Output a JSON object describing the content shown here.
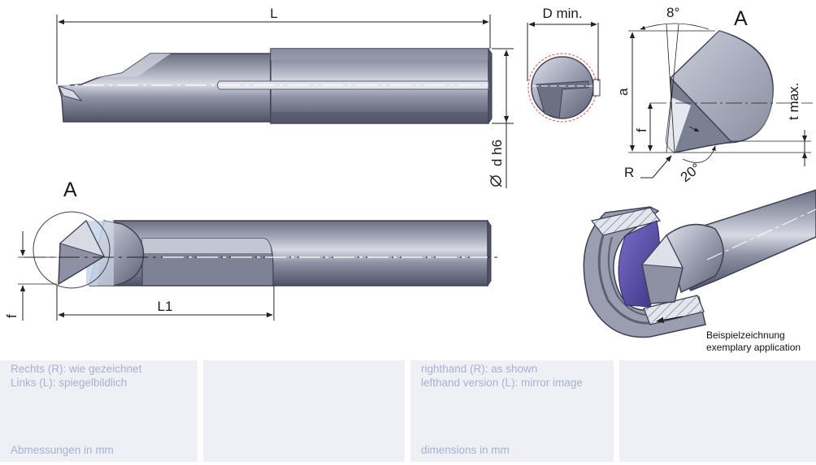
{
  "dimensions": {
    "L": "L",
    "D_min": "D min.",
    "d_h6": "d h6",
    "a": "a",
    "f": "f",
    "t_max": "t max.",
    "R": "R",
    "angle_top": "8°",
    "angle_tip": "20°",
    "L1": "L1"
  },
  "views": {
    "detail_label_top": "A",
    "detail_label_side": "A"
  },
  "caption": {
    "line1": "Beispielzeichnung",
    "line2": "exemplary application"
  },
  "notes": {
    "de_line1": "Rechts (R): wie gezeichnet",
    "de_line2": "Links (L): spiegelbildlich",
    "de_units": "Abmessungen in mm",
    "en_line1": "righthand (R): as shown",
    "en_line2": "lefthand version (L): mirror image",
    "en_units": "dimensions in mm"
  },
  "colors": {
    "tool_dark": "#5c6072",
    "tool_mid": "#8a8ea0",
    "tool_light": "#c9ccd8",
    "insert_violet": "#5549a0",
    "panel_bg": "#eef0f5",
    "note_text": "#a8b1ce"
  }
}
